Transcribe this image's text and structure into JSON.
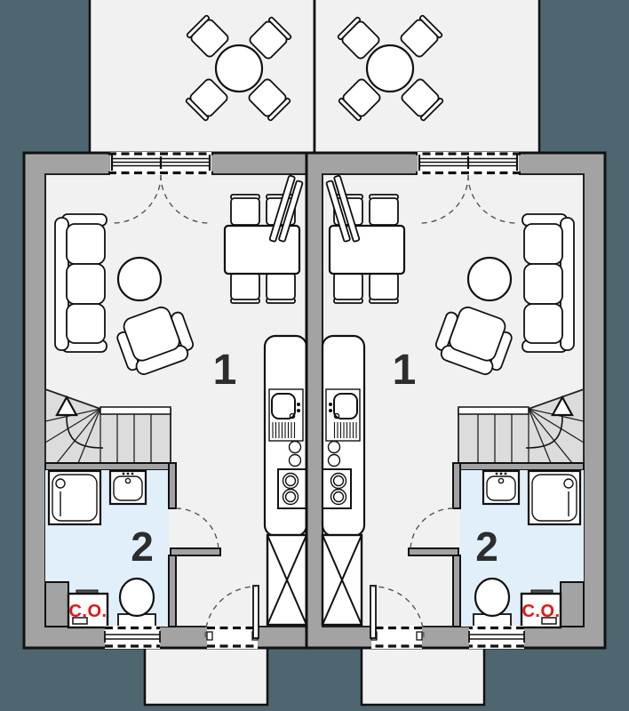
{
  "plan": {
    "units": [
      {
        "name": "left",
        "rooms": [
          {
            "number": "1"
          },
          {
            "number": "2"
          }
        ],
        "boiler_label": "C.O."
      },
      {
        "name": "right",
        "rooms": [
          {
            "number": "1"
          },
          {
            "number": "2"
          }
        ],
        "boiler_label": "C.O."
      }
    ]
  },
  "colors": {
    "background": "#4d6670",
    "wall": "#a3a3a3",
    "floor": "#f1f1f1",
    "terrace": "#f1f1f1",
    "stairs": "#dcdcdc",
    "bathroom_floor": "#e0effa",
    "outline": "#111111",
    "furniture": "#ffffff",
    "boiler_text": "#e01616",
    "room_label": "#2d2d2d"
  }
}
